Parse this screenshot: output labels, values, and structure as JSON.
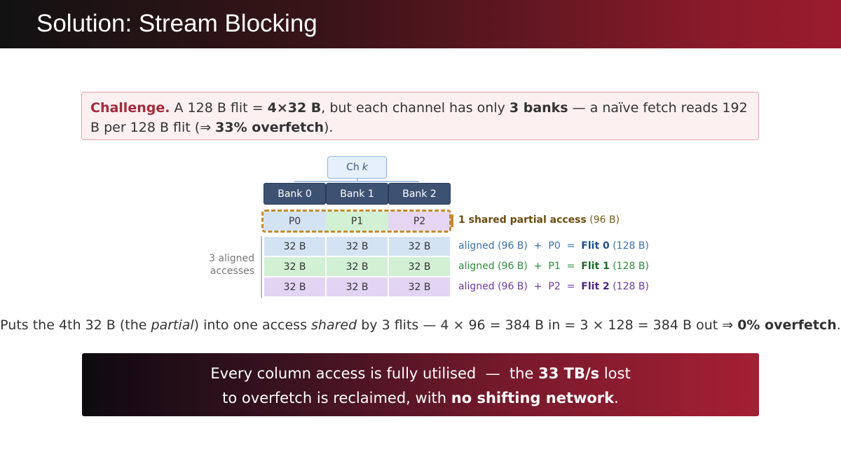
{
  "slide": {
    "title": "Solution: Stream Blocking"
  },
  "challenge": {
    "lead": "Challenge.",
    "t1": " A 128 B flit = ",
    "b1": "4×32 B",
    "t2": ", but each channel has only ",
    "b2": "3 banks",
    "t3": " — a naïve fetch reads 192 B per 128 B flit (⇒ ",
    "b3": "33% overfetch",
    "t4": ")."
  },
  "diagram": {
    "channel": {
      "prefix": "Ch",
      "var": "k"
    },
    "banks": [
      "Bank 0",
      "Bank 1",
      "Bank 2"
    ],
    "partials": [
      "P0",
      "P1",
      "P2"
    ],
    "rows": [
      [
        "32 B",
        "32 B",
        "32 B"
      ],
      [
        "32 B",
        "32 B",
        "32 B"
      ],
      [
        "32 B",
        "32 B",
        "32 B"
      ]
    ],
    "aligned_label_line1": "3 aligned",
    "aligned_label_line2": "accesses",
    "partial_note": {
      "bold": "1 shared partial access",
      "rest": " (96 B)"
    },
    "flit_notes": [
      {
        "pre": "aligned (96 B)  +  P0  =  ",
        "bold": "Flit 0",
        "post": " (128 B)",
        "color": "#3a6fb0"
      },
      {
        "pre": "aligned (96 B)  +  P1  =  ",
        "bold": "Flit 1",
        "post": " (128 B)",
        "color": "#2e8b3a"
      },
      {
        "pre": "aligned (96 B)  +  P2  =  ",
        "bold": "Flit 2",
        "post": " (128 B)",
        "color": "#6a3aa0"
      }
    ],
    "colors": {
      "bank_header": "#3d5173",
      "partial_0": "#d4e3f4",
      "partial_1": "#d2f0d4",
      "partial_2": "#e6d6f4",
      "row_0": "#d4e3f4",
      "row_1": "#d2f0d4",
      "row_2": "#e2d4f3",
      "dashed_frame": "#c48a2c"
    }
  },
  "summary": {
    "t1": "Puts the 4th 32 B (the ",
    "i1": "partial",
    "t2": ") into one access ",
    "i2": "shared",
    "t3": " by 3 flits — 4 × 96 = 384 B in = 3 × 128 = 384 B out ⇒ ",
    "b1": "0% overfetch",
    "t4": "."
  },
  "banner": {
    "l1a": "Every column access is fully utilised  —  the ",
    "l1b": "33 TB/s",
    "l1c": " lost",
    "l2a": "to overfetch is reclaimed, with ",
    "l2b": "no shifting network",
    "l2c": "."
  }
}
